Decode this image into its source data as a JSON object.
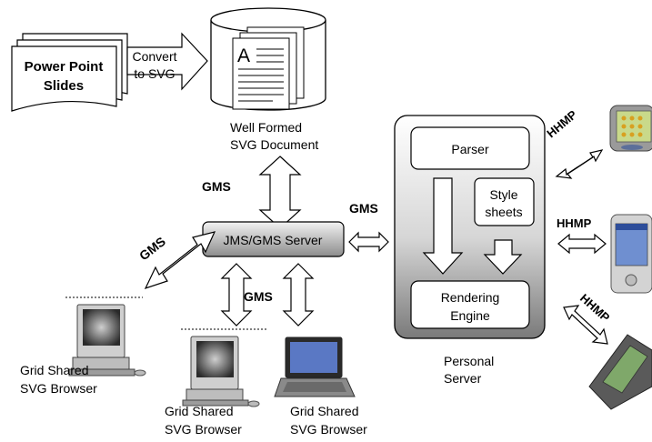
{
  "diagram": {
    "slides": {
      "line1": "Power Point",
      "line2": "Slides"
    },
    "convert": {
      "line1": "Convert",
      "line2": "to SVG"
    },
    "document": {
      "letter": "A",
      "line1": "Well Formed",
      "line2": "SVG Document"
    },
    "gms_label": "GMS",
    "server_label": "JMS/GMS Server",
    "personal_server": {
      "parser": "Parser",
      "style": {
        "line1": "Style",
        "line2": "sheets"
      },
      "engine": {
        "line1": "Rendering",
        "line2": "Engine"
      },
      "caption": {
        "line1": "Personal",
        "line2": "Server"
      }
    },
    "hhmp_label": "HHMP",
    "browser": {
      "line1": "Grid Shared",
      "line2": "SVG Browser"
    }
  }
}
